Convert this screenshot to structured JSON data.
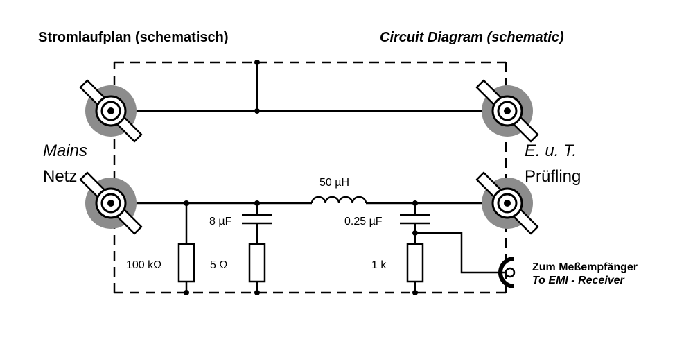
{
  "headings": {
    "german": "Stromlaufplan (schematisch)",
    "english": "Circuit Diagram (schematic)"
  },
  "ports": {
    "mains_en": "Mains",
    "mains_de": "Netz",
    "eut_en": "E. u. T.",
    "eut_de": "Prüfling"
  },
  "components": {
    "inductor": "50 µH",
    "capacitor_1": "8 µF",
    "capacitor_2": "0.25 µF",
    "resistor_1": "100 kΩ",
    "resistor_2": "5 Ω",
    "resistor_3": "1 k"
  },
  "receiver": {
    "label_de": "Zum Meßempfänger",
    "label_en": "To EMI - Receiver"
  }
}
